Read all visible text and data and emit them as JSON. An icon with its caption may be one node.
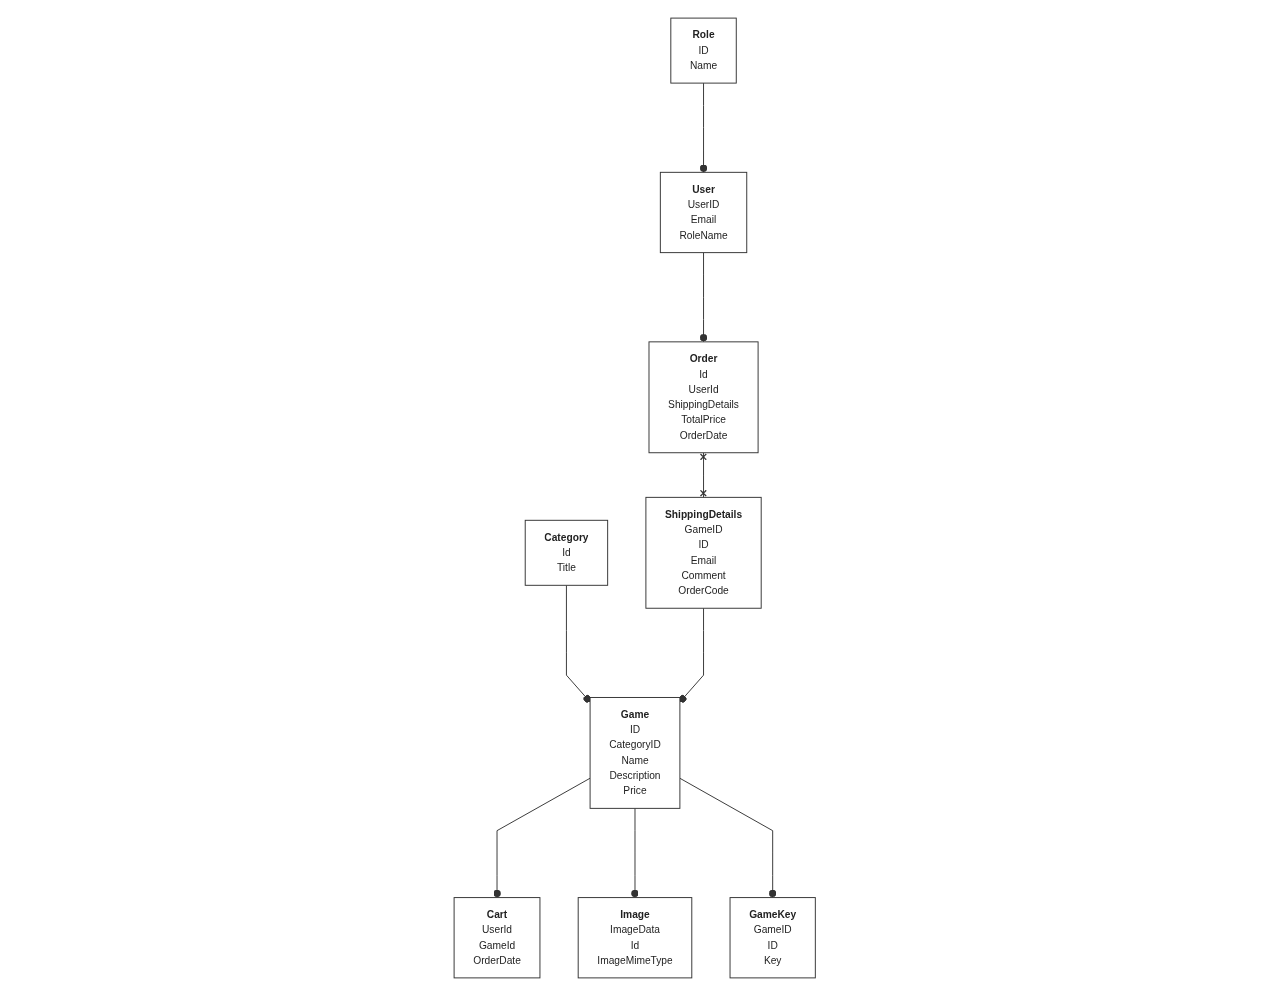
{
  "diagram": {
    "nodes": [
      {
        "text": [
          "Cart",
          "UserId",
          "GameId",
          "OrderDate"
        ]
      },
      {
        "text": [
          "User",
          "UserID",
          "Email",
          "RoleName"
        ]
      },
      {
        "text": [
          "Game",
          "ID",
          "CategoryID",
          "Name",
          "Description",
          "Price"
        ]
      },
      {
        "text": [
          "Category",
          "Id",
          "Title"
        ]
      },
      {
        "text": [
          "Order",
          "Id",
          "UserId",
          "ShippingDetails",
          "TotalPrice",
          "OrderDate"
        ]
      },
      {
        "text": [
          "Role",
          "ID",
          "Name"
        ]
      },
      {
        "text": [
          "Image",
          "ImageData",
          "Id",
          "ImageMimeType"
        ]
      },
      {
        "text": [
          "GameKey",
          "GameID",
          "ID",
          "Key"
        ]
      },
      {
        "text": [
          "ShippingDetails",
          "GameID",
          "ID",
          "Email",
          "Comment",
          "OrderCode"
        ]
      }
    ],
    "edges": [
      {
        "from": 2,
        "to": 0,
        "arrow": "other"
      },
      {
        "from": 1,
        "to": 4,
        "arrow": "other"
      },
      {
        "from": 5,
        "to": 1,
        "arrow": "other"
      },
      {
        "from": 3,
        "to": 2,
        "arrow": "other"
      },
      {
        "from": 8,
        "to": 2,
        "arrow": "other"
      },
      {
        "from": 2,
        "to": 6,
        "arrow": "other"
      },
      {
        "from": 2,
        "to": 7,
        "arrow": "other"
      },
      {
        "from": 4,
        "to": 8,
        "arrow": "other"
      }
    ]
  }
}
